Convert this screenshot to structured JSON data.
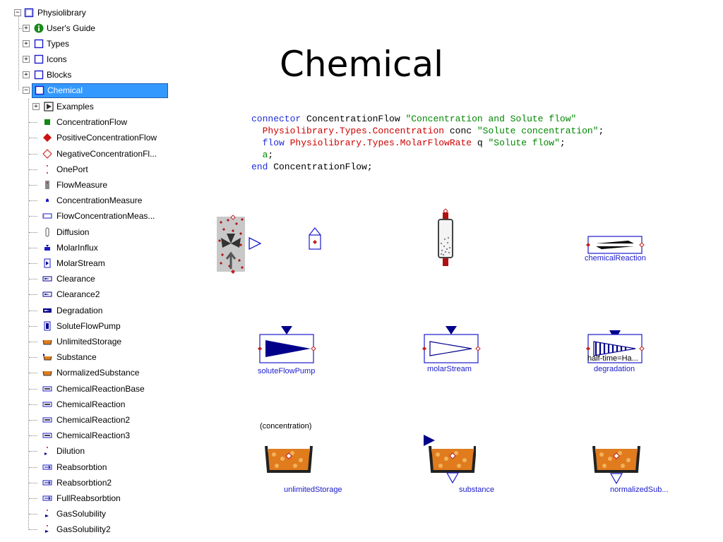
{
  "tree": {
    "root_label": "Physiolibrary",
    "top_items": [
      {
        "label": "User's Guide",
        "icon": "info-icon"
      },
      {
        "label": "Types",
        "icon": "package-icon"
      },
      {
        "label": "Icons",
        "icon": "package-icon"
      },
      {
        "label": "Blocks",
        "icon": "package-icon"
      }
    ],
    "selected_label": "Chemical",
    "children": [
      {
        "label": "Examples",
        "icon": "examples-icon"
      },
      {
        "label": "ConcentrationFlow",
        "icon": "green-square-icon"
      },
      {
        "label": "PositiveConcentrationFlow",
        "icon": "red-diamond-icon"
      },
      {
        "label": "NegativeConcentrationFl...",
        "icon": "hollow-diamond-icon"
      },
      {
        "label": "OnePort",
        "icon": "oneport-icon"
      },
      {
        "label": "FlowMeasure",
        "icon": "flowmeasure-icon"
      },
      {
        "label": "ConcentrationMeasure",
        "icon": "concentrationmeasure-icon"
      },
      {
        "label": "FlowConcentrationMeas...",
        "icon": "flowconcentration-icon"
      },
      {
        "label": "Diffusion",
        "icon": "diffusion-icon"
      },
      {
        "label": "MolarInflux",
        "icon": "molarinflux-icon"
      },
      {
        "label": "MolarStream",
        "icon": "molarstream-icon"
      },
      {
        "label": "Clearance",
        "icon": "clearance-icon"
      },
      {
        "label": "Clearance2",
        "icon": "clearance-icon"
      },
      {
        "label": "Degradation",
        "icon": "degradation-icon"
      },
      {
        "label": "SoluteFlowPump",
        "icon": "pump-icon"
      },
      {
        "label": "UnlimitedStorage",
        "icon": "storage-icon"
      },
      {
        "label": "Substance",
        "icon": "substance-icon"
      },
      {
        "label": "NormalizedSubstance",
        "icon": "storage-icon"
      },
      {
        "label": "ChemicalReactionBase",
        "icon": "reaction-icon"
      },
      {
        "label": "ChemicalReaction",
        "icon": "reaction-icon"
      },
      {
        "label": "ChemicalReaction2",
        "icon": "reaction-icon"
      },
      {
        "label": "ChemicalReaction3",
        "icon": "reaction-icon"
      },
      {
        "label": "Dilution",
        "icon": "dilution-icon"
      },
      {
        "label": "Reabsorbtion",
        "icon": "reabsorbtion-icon"
      },
      {
        "label": "Reabsorbtion2",
        "icon": "reabsorbtion-icon"
      },
      {
        "label": "FullReabsorbtion",
        "icon": "reabsorbtion-icon"
      },
      {
        "label": "GasSolubility",
        "icon": "gas-icon"
      },
      {
        "label": "GasSolubility2",
        "icon": "gas-icon"
      }
    ]
  },
  "slide_title": "Chemical",
  "code": {
    "line1": {
      "kw": "connector",
      "name": " ConcentrationFlow ",
      "str": "\"Concentration and Solute flow\""
    },
    "line2": {
      "type": "Physiolibrary.Types.Concentration",
      "name": " conc ",
      "str": "\"Solute concentration\"",
      "end": ";"
    },
    "line3": {
      "kw": "flow ",
      "type": "Physiolibrary.Types.MolarFlowRate",
      "name": " q ",
      "str": "\"Solute flow\"",
      "end": ";"
    },
    "line4": {
      "ann": "a",
      "end": ";"
    },
    "line5": {
      "kw": "end",
      "name": " ConcentrationFlow;"
    }
  },
  "diagram": {
    "chemical_reaction_label": "chemicalReaction",
    "solute_flow_pump_label": "soluteFlowPump",
    "molar_stream_label": "molarStream",
    "degradation_label": "degradation",
    "degradation_inner_text": "half-time=Ha...",
    "concentration_label": "(concentration)",
    "unlimited_storage_label": "unlimitedStorage",
    "substance_label": "substance",
    "normalized_substance_label": "normalizedSub..."
  },
  "colors": {
    "selection": "#3399ff",
    "keyword": "#1f2dd6",
    "type": "#cc0000",
    "string": "#008800",
    "component_label": "#1a1acc",
    "navy": "#00008b"
  }
}
